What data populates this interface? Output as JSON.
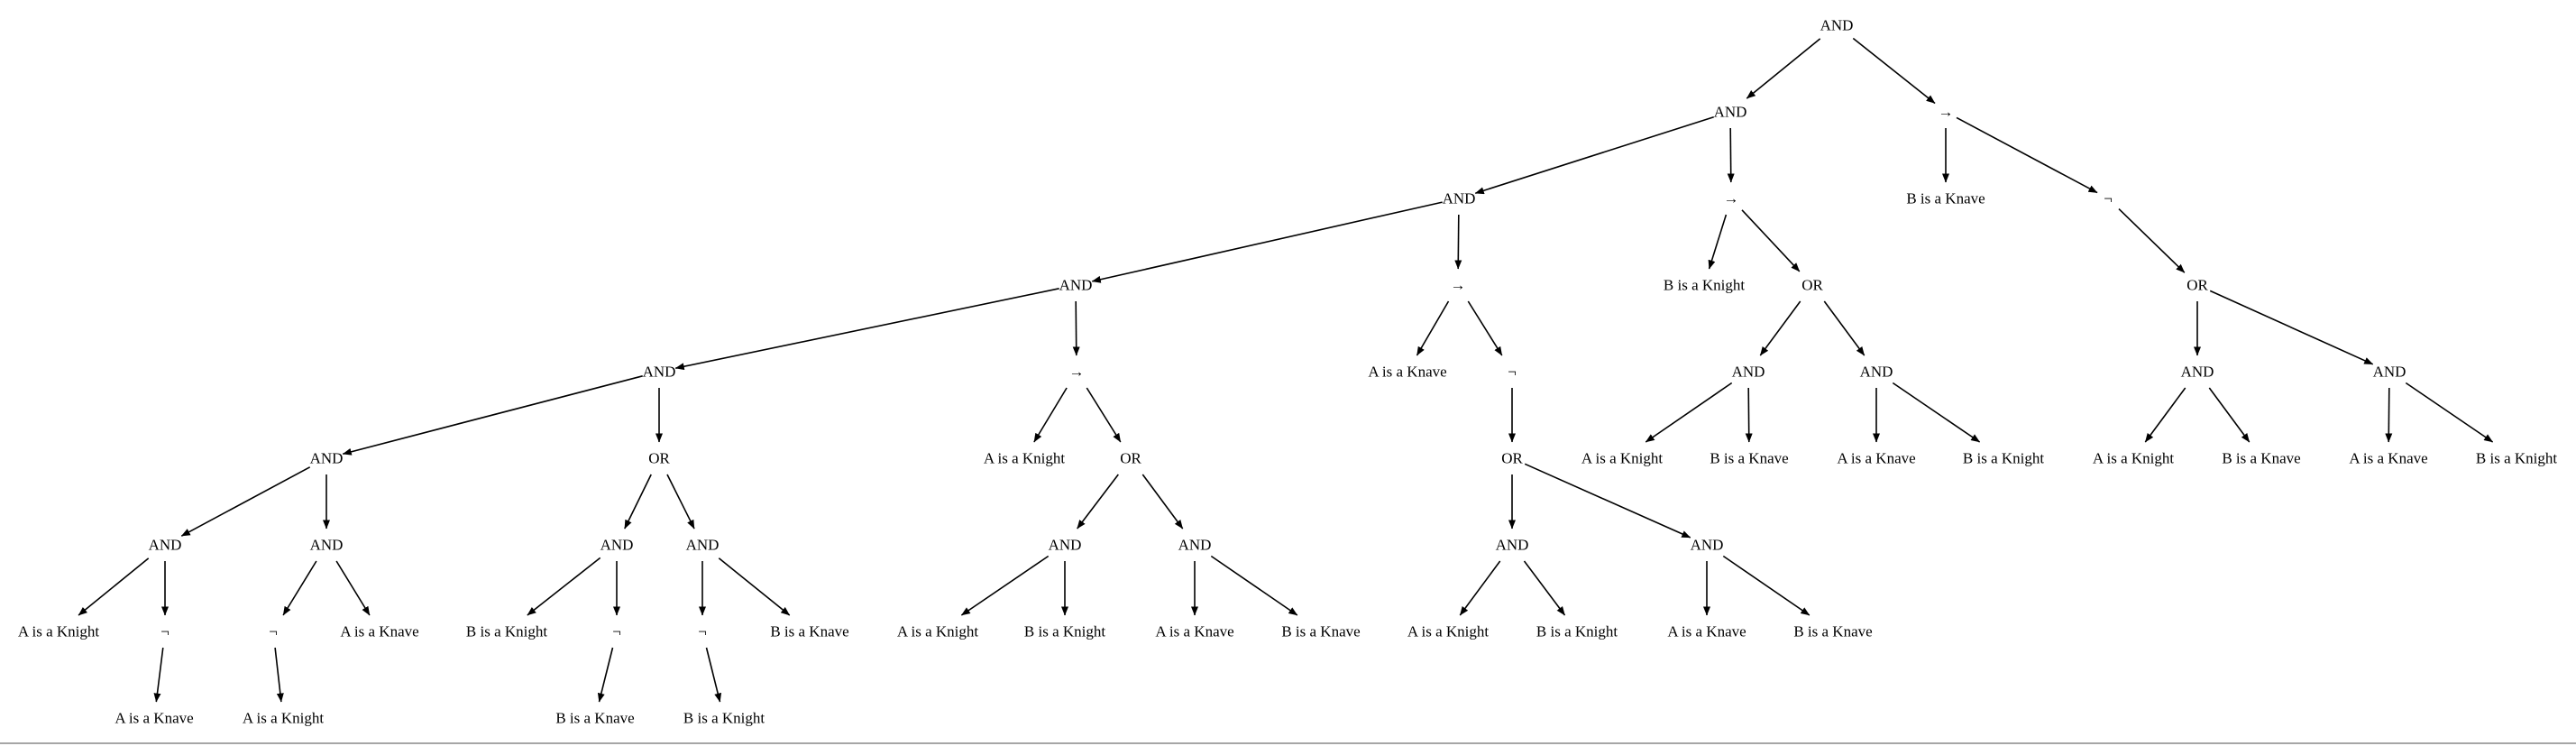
{
  "colors": {
    "ink": "#000000",
    "background": "#ffffff",
    "rule": "#a6a6a6"
  },
  "nodes": [
    {
      "id": "n0",
      "label": "AND"
    },
    {
      "id": "n1",
      "label": "AND"
    },
    {
      "id": "n2",
      "label": "→"
    },
    {
      "id": "n3",
      "label": "AND"
    },
    {
      "id": "n4",
      "label": "→"
    },
    {
      "id": "n5",
      "label": "B is a Knave"
    },
    {
      "id": "n6",
      "label": "¬"
    },
    {
      "id": "n7",
      "label": "AND"
    },
    {
      "id": "n8",
      "label": "→"
    },
    {
      "id": "n9",
      "label": "B is a Knight"
    },
    {
      "id": "n10",
      "label": "OR"
    },
    {
      "id": "n11",
      "label": "OR"
    },
    {
      "id": "n12",
      "label": "AND"
    },
    {
      "id": "n13",
      "label": "→"
    },
    {
      "id": "n14",
      "label": "A is a Knave"
    },
    {
      "id": "n15",
      "label": "¬"
    },
    {
      "id": "n16",
      "label": "AND"
    },
    {
      "id": "n17",
      "label": "AND"
    },
    {
      "id": "n18",
      "label": "AND"
    },
    {
      "id": "n19",
      "label": "AND"
    },
    {
      "id": "n20",
      "label": "AND"
    },
    {
      "id": "n21",
      "label": "OR"
    },
    {
      "id": "n22",
      "label": "A is a Knight"
    },
    {
      "id": "n23",
      "label": "OR"
    },
    {
      "id": "n24",
      "label": "OR"
    },
    {
      "id": "n25",
      "label": "A is a Knight"
    },
    {
      "id": "n26",
      "label": "B is a Knave"
    },
    {
      "id": "n27",
      "label": "A is a Knave"
    },
    {
      "id": "n28",
      "label": "B is a Knight"
    },
    {
      "id": "n29",
      "label": "A is a Knight"
    },
    {
      "id": "n30",
      "label": "B is a Knave"
    },
    {
      "id": "n31",
      "label": "A is a Knave"
    },
    {
      "id": "n32",
      "label": "B is a Knight"
    },
    {
      "id": "n33",
      "label": "AND"
    },
    {
      "id": "n34",
      "label": "AND"
    },
    {
      "id": "n35",
      "label": "AND"
    },
    {
      "id": "n36",
      "label": "AND"
    },
    {
      "id": "n37",
      "label": "AND"
    },
    {
      "id": "n38",
      "label": "AND"
    },
    {
      "id": "n39",
      "label": "AND"
    },
    {
      "id": "n40",
      "label": "AND"
    },
    {
      "id": "n41",
      "label": "A is a Knight"
    },
    {
      "id": "n42",
      "label": "¬"
    },
    {
      "id": "n43",
      "label": "¬"
    },
    {
      "id": "n44",
      "label": "A is a Knave"
    },
    {
      "id": "n45",
      "label": "B is a Knight"
    },
    {
      "id": "n46",
      "label": "¬"
    },
    {
      "id": "n47",
      "label": "¬"
    },
    {
      "id": "n48",
      "label": "B is a Knave"
    },
    {
      "id": "n49",
      "label": "A is a Knight"
    },
    {
      "id": "n50",
      "label": "B is a Knight"
    },
    {
      "id": "n51",
      "label": "A is a Knave"
    },
    {
      "id": "n52",
      "label": "B is a Knave"
    },
    {
      "id": "n53",
      "label": "A is a Knight"
    },
    {
      "id": "n54",
      "label": "B is a Knight"
    },
    {
      "id": "n55",
      "label": "A is a Knave"
    },
    {
      "id": "n56",
      "label": "B is a Knave"
    },
    {
      "id": "n57",
      "label": "A is a Knave"
    },
    {
      "id": "n58",
      "label": "A is a Knight"
    },
    {
      "id": "n59",
      "label": "B is a Knave"
    },
    {
      "id": "n60",
      "label": "B is a Knight"
    }
  ],
  "edges": [
    [
      "n0",
      "n1"
    ],
    [
      "n0",
      "n2"
    ],
    [
      "n1",
      "n3"
    ],
    [
      "n1",
      "n4"
    ],
    [
      "n2",
      "n5"
    ],
    [
      "n2",
      "n6"
    ],
    [
      "n3",
      "n7"
    ],
    [
      "n3",
      "n8"
    ],
    [
      "n4",
      "n9"
    ],
    [
      "n4",
      "n10"
    ],
    [
      "n6",
      "n11"
    ],
    [
      "n7",
      "n12"
    ],
    [
      "n7",
      "n13"
    ],
    [
      "n8",
      "n14"
    ],
    [
      "n8",
      "n15"
    ],
    [
      "n10",
      "n16"
    ],
    [
      "n10",
      "n17"
    ],
    [
      "n11",
      "n18"
    ],
    [
      "n11",
      "n19"
    ],
    [
      "n12",
      "n20"
    ],
    [
      "n12",
      "n21"
    ],
    [
      "n13",
      "n22"
    ],
    [
      "n13",
      "n23"
    ],
    [
      "n15",
      "n24"
    ],
    [
      "n16",
      "n25"
    ],
    [
      "n16",
      "n26"
    ],
    [
      "n17",
      "n27"
    ],
    [
      "n17",
      "n28"
    ],
    [
      "n18",
      "n29"
    ],
    [
      "n18",
      "n30"
    ],
    [
      "n19",
      "n31"
    ],
    [
      "n19",
      "n32"
    ],
    [
      "n20",
      "n33"
    ],
    [
      "n20",
      "n34"
    ],
    [
      "n21",
      "n35"
    ],
    [
      "n21",
      "n36"
    ],
    [
      "n23",
      "n37"
    ],
    [
      "n23",
      "n38"
    ],
    [
      "n24",
      "n39"
    ],
    [
      "n24",
      "n40"
    ],
    [
      "n33",
      "n41"
    ],
    [
      "n33",
      "n42"
    ],
    [
      "n34",
      "n43"
    ],
    [
      "n34",
      "n44"
    ],
    [
      "n35",
      "n45"
    ],
    [
      "n35",
      "n46"
    ],
    [
      "n36",
      "n47"
    ],
    [
      "n36",
      "n48"
    ],
    [
      "n37",
      "n49"
    ],
    [
      "n37",
      "n50"
    ],
    [
      "n38",
      "n51"
    ],
    [
      "n38",
      "n52"
    ],
    [
      "n39",
      "n53"
    ],
    [
      "n39",
      "n54"
    ],
    [
      "n40",
      "n55"
    ],
    [
      "n40",
      "n56"
    ],
    [
      "n42",
      "n57"
    ],
    [
      "n43",
      "n58"
    ],
    [
      "n46",
      "n59"
    ],
    [
      "n47",
      "n60"
    ]
  ]
}
